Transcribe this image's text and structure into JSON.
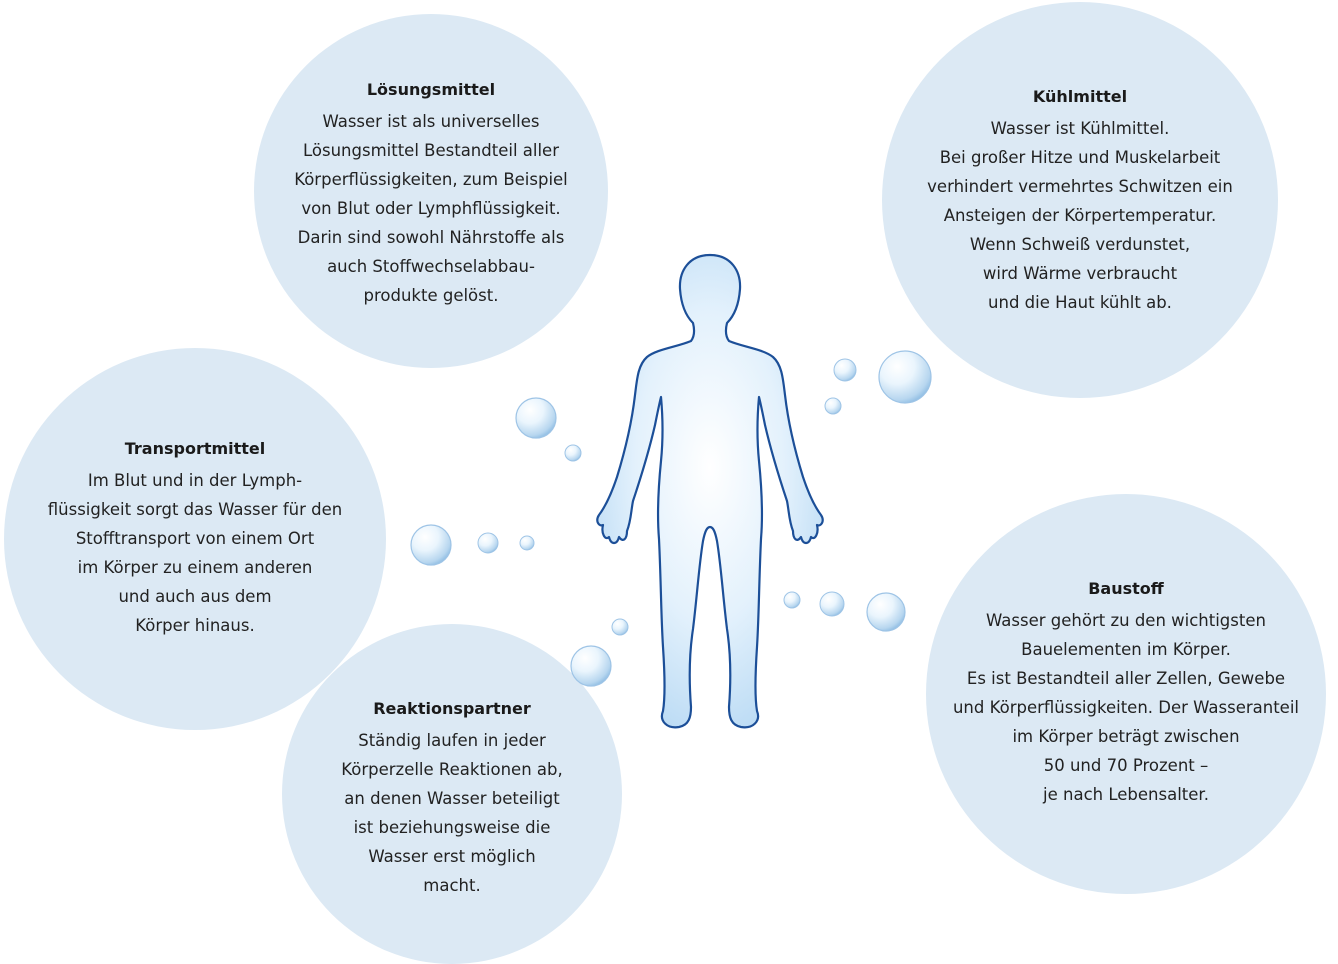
{
  "colors": {
    "circle_fill": "#dce9f4",
    "figure_stroke": "#1c4f98",
    "figure_fill": "#d6eafb"
  },
  "figure": {
    "icon": "human-body-icon"
  },
  "circles": {
    "loesungsmittel": {
      "title": "Lösungsmittel",
      "lines": [
        "Wasser ist als universelles",
        "Lösungsmittel Bestandteil aller",
        "Körperflüssigkeiten, zum Beispiel",
        "von Blut oder Lymphflüssigkeit.",
        "Darin sind sowohl Nährstoffe als",
        "auch Stoffwechselabbau-",
        "produkte gelöst."
      ]
    },
    "kuehlmittel": {
      "title": "Kühlmittel",
      "lines": [
        "Wasser ist Kühlmittel.",
        "Bei großer Hitze und Muskelarbeit",
        "verhindert vermehrtes Schwitzen ein",
        "Ansteigen der Körpertemperatur.",
        "Wenn Schweiß verdunstet,",
        "wird Wärme verbraucht",
        "und die Haut kühlt ab."
      ]
    },
    "transportmittel": {
      "title": "Transportmittel",
      "lines": [
        "Im Blut und in der Lymph-",
        "flüssigkeit sorgt das Wasser für den",
        "Stofftransport von einem Ort",
        "im Körper zu einem anderen",
        "und auch aus dem",
        "Körper hinaus."
      ]
    },
    "reaktionspartner": {
      "title": "Reaktionspartner",
      "lines": [
        "Ständig laufen in jeder",
        "Körperzelle Reaktionen ab,",
        "an denen Wasser beteiligt",
        "ist beziehungsweise die",
        "Wasser erst möglich",
        "macht."
      ]
    },
    "baustoff": {
      "title": "Baustoff",
      "lines": [
        "Wasser gehört zu den wichtigsten",
        "Bauelementen im Körper.",
        "Es ist Bestandteil aller Zellen, Gewebe",
        "und Körperflüssigkeiten. Der Wasseranteil",
        "im Körper beträgt zwischen",
        "50 und 70 Prozent –",
        "je nach Lebensalter."
      ]
    }
  }
}
